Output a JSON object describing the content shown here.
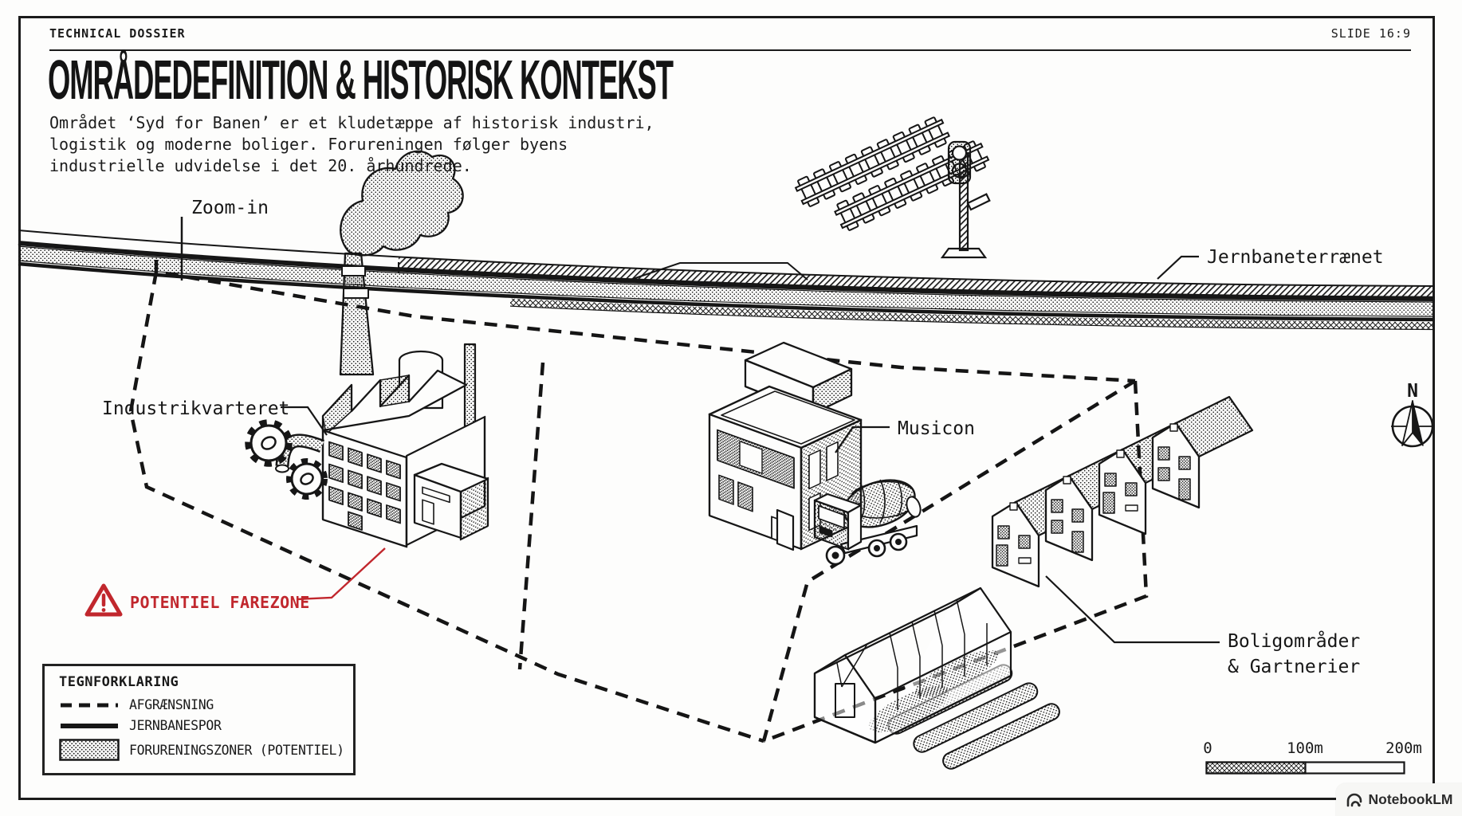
{
  "header": {
    "doc_type": "TECHNICAL DOSSIER",
    "slide_label": "SLIDE 16:9"
  },
  "title": "OMRÅDEDEFINITION & HISTORISK KONTEKST",
  "intro": {
    "line1": "Området ‘Syd for Banen’ er et kludetæppe af historisk industri,",
    "line2": "logistik og moderne boliger. Forureningen følger byens",
    "line3": "industrielle udvidelse i det 20. århundrede."
  },
  "map": {
    "labels": {
      "zoom_in": "Zoom-in",
      "railway_area": "Jernbaneterrænet",
      "industrial": "Industrikvarteret",
      "musicon": "Musicon",
      "housing_line1": "Boligområder",
      "housing_line2": "& Gartnerier",
      "hazard": "POTENTIEL FAREZONE",
      "compass_north": "N"
    },
    "colors": {
      "ink": "#1a1a1a",
      "hazard_red": "#c1272d",
      "paper": "#fdfdfc"
    }
  },
  "legend": {
    "title": "TEGNFORKLARING",
    "items": [
      {
        "symbol": "dashed-line",
        "label": "AFGRÆNSNING"
      },
      {
        "symbol": "solid-line",
        "label": "JERNBANESPOR"
      },
      {
        "symbol": "dotted-swatch",
        "label": "FORURENINGSZONER (POTENTIEL)"
      }
    ]
  },
  "scalebar": {
    "tick0": "0",
    "tick1": "100m",
    "tick2": "200m"
  },
  "badge": {
    "label": "NotebookLM"
  }
}
